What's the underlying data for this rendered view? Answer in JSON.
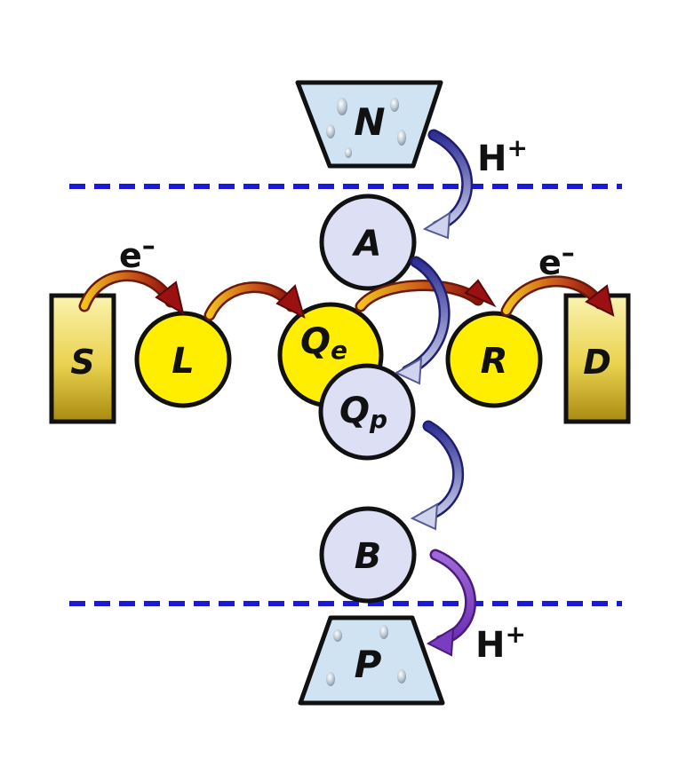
{
  "nodes": {
    "N": "N",
    "P": "P",
    "A": "A",
    "B": "B",
    "S": "S",
    "D": "D",
    "L": "L",
    "R": "R",
    "Qe_main": "Q",
    "Qe_sub": "e",
    "Qp_main": "Q",
    "Qp_sub": "p"
  },
  "labels": {
    "proton_top": "H",
    "proton_bottom": "H",
    "proton_charge": "+",
    "electron_left": "e",
    "electron_right": "e",
    "electron_charge": "–"
  },
  "colors": {
    "membrane_line": "#1a1ad6",
    "electron_site": "#ffee00",
    "proton_site": "#dde0f5",
    "reservoir": "#cfe3f3",
    "electrode": "#e8d25a",
    "electron_arrow_head": "#9b1010",
    "proton_arrow": "#3b3c9c",
    "proton_arrow_bottom": "#7a3cc0"
  }
}
